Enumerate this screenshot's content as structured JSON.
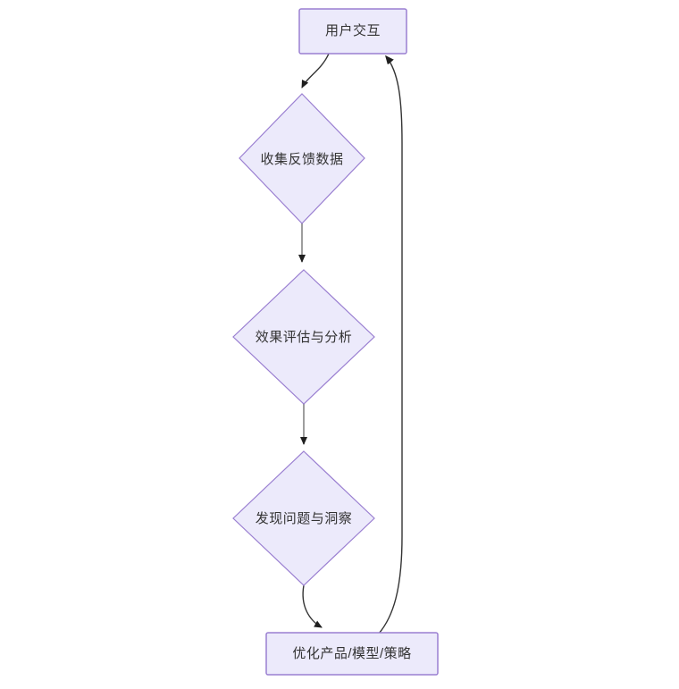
{
  "diagram": {
    "type": "flowchart",
    "orientation": "top-to-bottom",
    "background_color": "#ffffff",
    "node_fill_color": "#ECEAFB",
    "node_border_color": "#9A7FD1",
    "text_color": "#333333",
    "edge_color_straight": "#9E9E9E",
    "edge_color_curved": "#333333",
    "arrowhead_color": "#1f1f1f",
    "nodes": [
      {
        "id": "user-interaction",
        "label": "用户交互",
        "shape": "rectangle"
      },
      {
        "id": "collect-feedback-data",
        "label": "收集反馈数据",
        "shape": "diamond"
      },
      {
        "id": "effect-evaluation-analysis",
        "label": "效果评估与分析",
        "shape": "diamond"
      },
      {
        "id": "discover-problems-insights",
        "label": "发现问题与洞察",
        "shape": "diamond"
      },
      {
        "id": "optimize-product-model-strategy",
        "label": "优化产品/模型/策略",
        "shape": "rectangle"
      }
    ],
    "edges": [
      {
        "from": "user-interaction",
        "to": "collect-feedback-data",
        "style": "curved",
        "label": ""
      },
      {
        "from": "collect-feedback-data",
        "to": "effect-evaluation-analysis",
        "style": "straight",
        "label": ""
      },
      {
        "from": "effect-evaluation-analysis",
        "to": "discover-problems-insights",
        "style": "straight",
        "label": ""
      },
      {
        "from": "discover-problems-insights",
        "to": "optimize-product-model-strategy",
        "style": "curved",
        "label": ""
      },
      {
        "from": "optimize-product-model-strategy",
        "to": "user-interaction",
        "style": "curved-feedback-loop",
        "label": ""
      }
    ]
  }
}
